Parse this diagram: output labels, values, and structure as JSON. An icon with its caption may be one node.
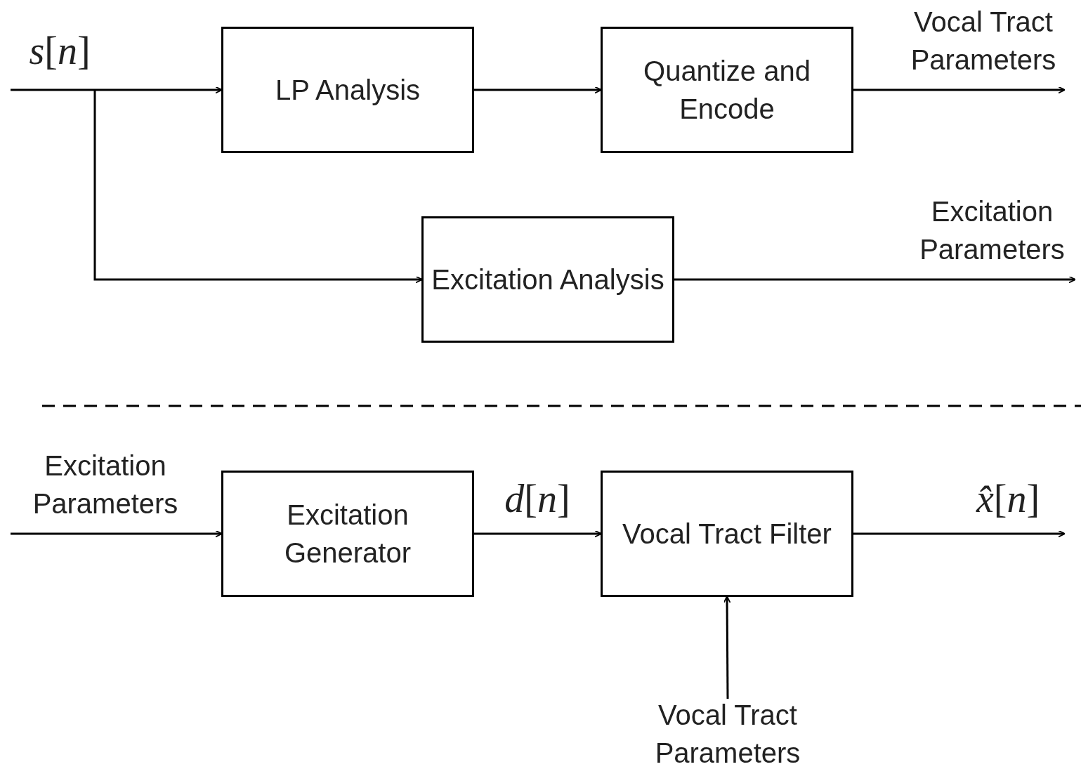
{
  "diagram": {
    "nodes": [
      {
        "text": [
          "LP Analysis"
        ]
      },
      {
        "text": [
          "Quantize and Encode"
        ]
      },
      {
        "text": [
          "Excitation Analysis"
        ]
      },
      {
        "text": [
          "Excitation Generator"
        ]
      },
      {
        "text": [
          "Vocal Tract Filter"
        ]
      },
      {
        "text": [
          "Vocal Tract Parameters"
        ]
      }
    ],
    "edges": [
      {
        "from": null,
        "to": 0,
        "arrow": "to",
        "label": "*s*[*n*]"
      },
      {
        "from": null,
        "to": 2,
        "arrow": "to"
      },
      {
        "from": 0,
        "to": 1,
        "arrow": "to"
      },
      {
        "from": 1,
        "to": null,
        "arrow": "to",
        "label": "Vocal Tract Parameters"
      },
      {
        "from": 2,
        "to": null,
        "arrow": "to",
        "label": "Excitation Parameters"
      },
      {
        "from": null,
        "to": 3,
        "arrow": "to",
        "label": "Excitation Parameters"
      },
      {
        "from": 3,
        "to": 4,
        "arrow": "to",
        "label": "*d*[*n*]"
      },
      {
        "from": 4,
        "to": null,
        "arrow": "to",
        "label": "*x̂*[*n*]"
      },
      {
        "from": 5,
        "to": 4,
        "arrow": "to"
      }
    ]
  }
}
